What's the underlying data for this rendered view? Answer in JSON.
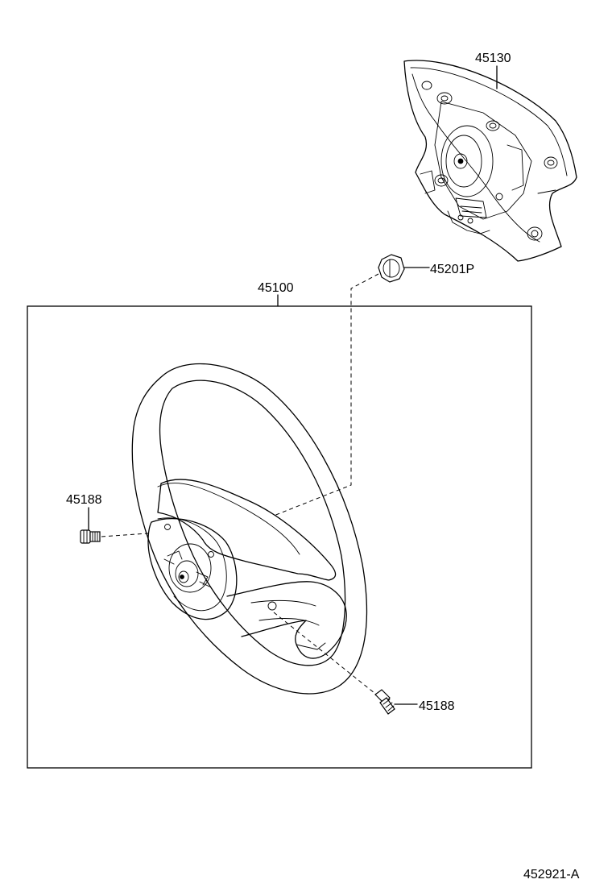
{
  "labels": {
    "pad": "45130",
    "nut": "45201P",
    "wheel": "45100",
    "screw_left": "45188",
    "screw_right": "45188",
    "figure_id": "452921-A"
  }
}
